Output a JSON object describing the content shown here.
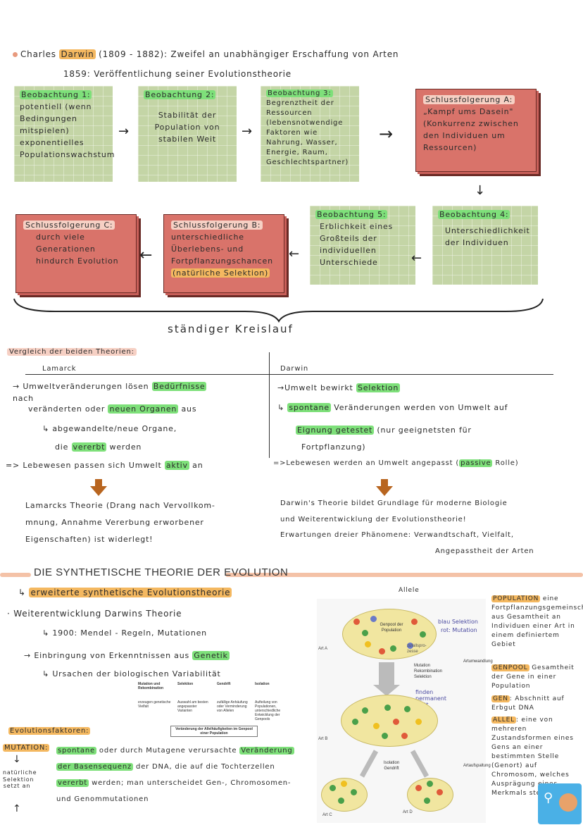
{
  "header": {
    "line1_prefix": "Charles ",
    "line1_name": "Darwin",
    "line1_rest": " (1809 - 1882): Zweifel an unabhängiger Erschaffung von Arten",
    "line2": "1859: Veröffentlichung seiner Evolutionstheorie"
  },
  "cycle": {
    "b1_title": "Beobachtung 1:",
    "b1_text": "potentiell (wenn Bedingungen mitspielen) exponentielles Populationswachstum",
    "b2_title": "Beobachtung 2:",
    "b2_text": "Stabilität der Population von stabilen Weit",
    "b3_title": "Beobachtung 3:",
    "b3_text": "Begrenztheit der Ressourcen (lebensnotwendige Faktoren wie Nahrung, Wasser, Energie, Raum, Geschlechtspartner)",
    "sa_title": "Schlussfolgerung A:",
    "sa_text": "„Kampf ums Dasein\" (Konkurrenz zwischen den Individuen um Ressourcen)",
    "b4_title": "Beobachtung 4:",
    "b4_text": "Unterschiedlichkeit der Individuen",
    "b5_title": "Beobachtung 5:",
    "b5_text": "Erblichkeit eines Großteils der individuellen Unterschiede",
    "sb_title": "Schlussfolgerung B:",
    "sb_text": "unterschiedliche Überlebens- und Fortpflanzungschancen",
    "sb_hl": "(natürliche Selektion)",
    "sc_title": "Schlussfolgerung C:",
    "sc_text": "durch viele Generationen hindurch Evolution",
    "brace_label": "ständiger Kreislauf"
  },
  "compare": {
    "heading": "Vergleich der beiden Theorien:",
    "left_head": "Lamarck",
    "right_head": "Darwin",
    "l1a": "Umweltveränderungen lösen ",
    "l1b": "Bedürfnisse",
    "l1c": " nach",
    "l2a": "veränderten oder ",
    "l2b": "neuen Organen",
    "l2c": " aus",
    "l3": "abgewandelte/neue Organe,",
    "l4a": "die ",
    "l4b": "vererbt",
    "l4c": " werden",
    "l5a": "Lebewesen passen sich Umwelt ",
    "l5b": "aktiv",
    "l5c": " an",
    "r1a": "Umwelt bewirkt ",
    "r1b": "Selektion",
    "r2a": "spontane",
    "r2b": " Veränderungen werden von Umwelt auf",
    "r3a": "Eignung getestet",
    "r3b": " (nur geeignetsten für",
    "r4": "Fortpflanzung)",
    "r5a": "Lebewesen werden an Umwelt angepasst (",
    "r5b": "passive",
    "r5c": " Rolle)",
    "lc1": "Lamarcks Theorie (Drang nach Vervollkom-",
    "lc2": "mnung, Annahme Vererbung erworbener",
    "lc3": "Eigenschaften) ist widerlegt!",
    "rc1": "Darwin's Theorie bildet Grundlage für moderne Biologie",
    "rc2": "und Weiterentwicklung der Evolutionstheorie!",
    "rc3": "Erwartungen dreier Phänomene: Verwandtschaft, Vielfalt,",
    "rc4": "Angepasstheit der Arten"
  },
  "synth": {
    "title": "DIE SYNTHETISCHE THEORIE DER EVOLUTION",
    "sub": "erweiterte synthetische Evolutionstheorie",
    "p1": "Weiterentwicklung Darwins Theorie",
    "p2": "1900: Mendel - Regeln, Mutationen",
    "p3a": "Einbringung von Erkenntnissen aus ",
    "p3b": "Genetik",
    "p4": "Ursachen der biologischen Variabilität",
    "factors_heading": "Evolutionsfaktoren:",
    "mut_label": "MUTATION:",
    "mut1a": "spontane",
    "mut1b": " oder durch Mutagene verursachte ",
    "mut1c": "Veränderung",
    "mut2a": "der Basensequenz",
    "mut2b": " der DNA, die auf die Tochterzellen",
    "mut3a": "vererbt",
    "mut3b": " werden; man unterscheidet Gen-, Chromosomen-",
    "mut4": "und Genommutationen",
    "side_note": "natürliche Selektion setzt an",
    "diagram": {
      "col1_head": "Mutation und Rekombination",
      "col1_text": "erzeugen genetische Vielfalt",
      "col2_head": "Selektion",
      "col2_text": "Auswahl am besten angepasster Varianten",
      "col3_head": "Gendrift",
      "col3_text": "zufällige Anhäufung oder Verminderung von Allelen",
      "col4_head": "Isolation",
      "col4_text": "Aufteilung von Populationen, unterschiedliche Entwicklung der Genpools",
      "bottom": "Veränderung der Allelhäufigkeiten im Genpool einer Population"
    }
  },
  "figure": {
    "allele_label": "Allele",
    "genpool": "Genpool der Population",
    "art_a": "Art A",
    "art_b": "Art B",
    "art_c": "Art C",
    "art_d": "Art D",
    "mid_text": "Mutation Rekombination Selektion",
    "iso_text": "Isolation Gendrift",
    "artum": "Artumwandlung",
    "artauf": "Artaufspaltung",
    "pen1": "blau Selektion",
    "pen2": "rot: Mutation",
    "pen3": "zufallspro-zesse",
    "pen4": "finden permanent statt"
  },
  "defs": {
    "pop_title": "POPULATION",
    "pop_text": " eine Fortpflanzungsgemeinschaft aus Gesamtheit an Individuen einer Art in einem definiertem Gebiet",
    "gen_title": "GENPOOL",
    "gen_text": " Gesamtheit der Gene in einer Population",
    "gen2_title": "GEN",
    "gen2_text": ": Abschnitt auf Erbgut DNA",
    "all_title": "ALLEL",
    "all_text": ": eine von mehreren Zustandsformen eines Gens an einer bestimmten Stelle (Genort) auf Chromosom, welches Ausprägung eines Merkmals steuert"
  },
  "colors": {
    "green_box": "#c4d5a6",
    "red_box": "#d9736a",
    "highlight_green": "#7ee07a",
    "highlight_orange": "#f4b860",
    "section_bar": "#f4c2a7",
    "arrow_brown": "#b8651f"
  }
}
